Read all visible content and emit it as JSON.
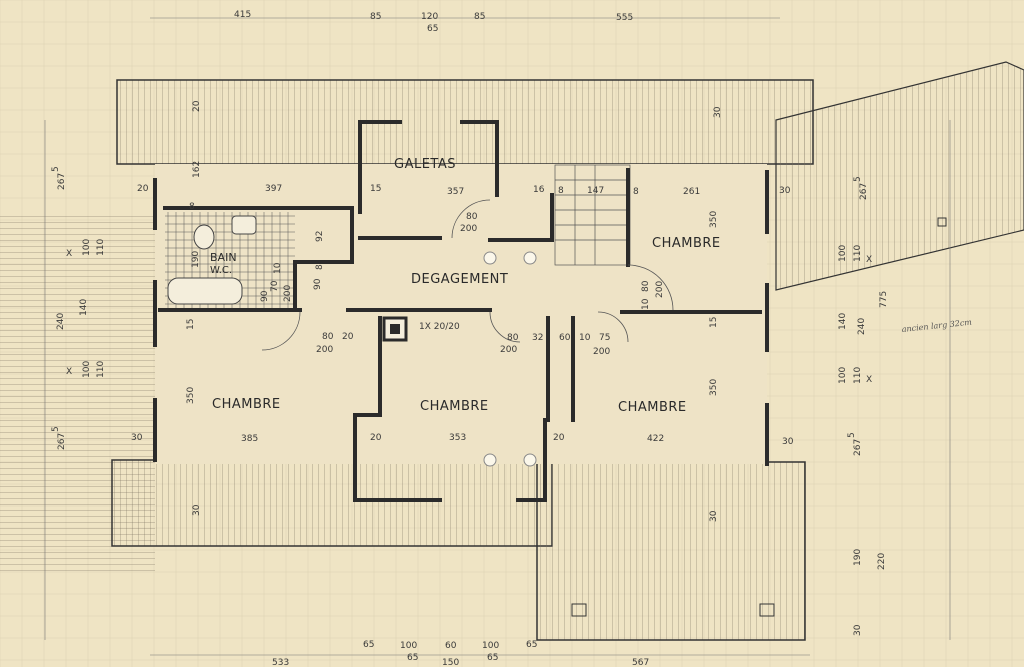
{
  "rooms": {
    "galetas": "GALETAS",
    "degagement": "DEGAGEMENT",
    "chambre_ne": "CHAMBRE",
    "chambre_w": "CHAMBRE",
    "chambre_c": "CHAMBRE",
    "chambre_e": "CHAMBRE",
    "bain": "BAIN",
    "wc": "W.C."
  },
  "dims_top": [
    "415",
    "85",
    "120",
    "65",
    "85",
    "555"
  ],
  "dims_bottom": [
    "533",
    "65",
    "100",
    "65",
    "60",
    "150",
    "100",
    "65",
    "65",
    "567"
  ],
  "dims_left": [
    "267",
    "5",
    "100",
    "110",
    "240",
    "140",
    "100",
    "110",
    "267",
    "5"
  ],
  "dims_right": [
    "267",
    "5",
    "100",
    "110",
    "775",
    "140",
    "240",
    "100",
    "110",
    "267",
    "5",
    "190",
    "220",
    "30"
  ],
  "dims_inner": {
    "d20_top": "20",
    "d30_top": "30",
    "d20_w": "20",
    "d162": "162",
    "d397": "397",
    "d8_a": "8",
    "d15_a": "15",
    "d357": "357",
    "d16": "16",
    "d8_b": "8",
    "d147": "147",
    "d8_c": "8",
    "d261": "261",
    "d30_r": "30",
    "d350_ne": "350",
    "d80_g": "80",
    "d200_g": "200",
    "d92": "92",
    "d190": "190",
    "d10": "10",
    "d90_a": "90",
    "d70": "70",
    "d200_b": "200",
    "d90_b": "90",
    "d8_d": "8",
    "d80_ne": "80",
    "d200_ne": "200",
    "d10_ne": "10",
    "d15_w": "15",
    "d80_w": "80",
    "d200_w": "200",
    "d20_c": "20",
    "d1x": "1X 20/20",
    "d80_c": "80",
    "d200_c": "200",
    "d32": "32",
    "d60": "60",
    "d10_e": "10",
    "d75": "75",
    "d200_e": "200",
    "d15_e": "15",
    "d350_w": "350",
    "d385": "385",
    "d30_w": "30",
    "d20_cb": "20",
    "d353": "353",
    "d20_e": "20",
    "d422": "422",
    "d350_e": "350",
    "d30_e": "30",
    "d30_sw": "30",
    "d30_se": "30",
    "x1": "X",
    "x2": "X",
    "x3": "X",
    "x4": "X"
  },
  "note": "ancien larg 32cm"
}
